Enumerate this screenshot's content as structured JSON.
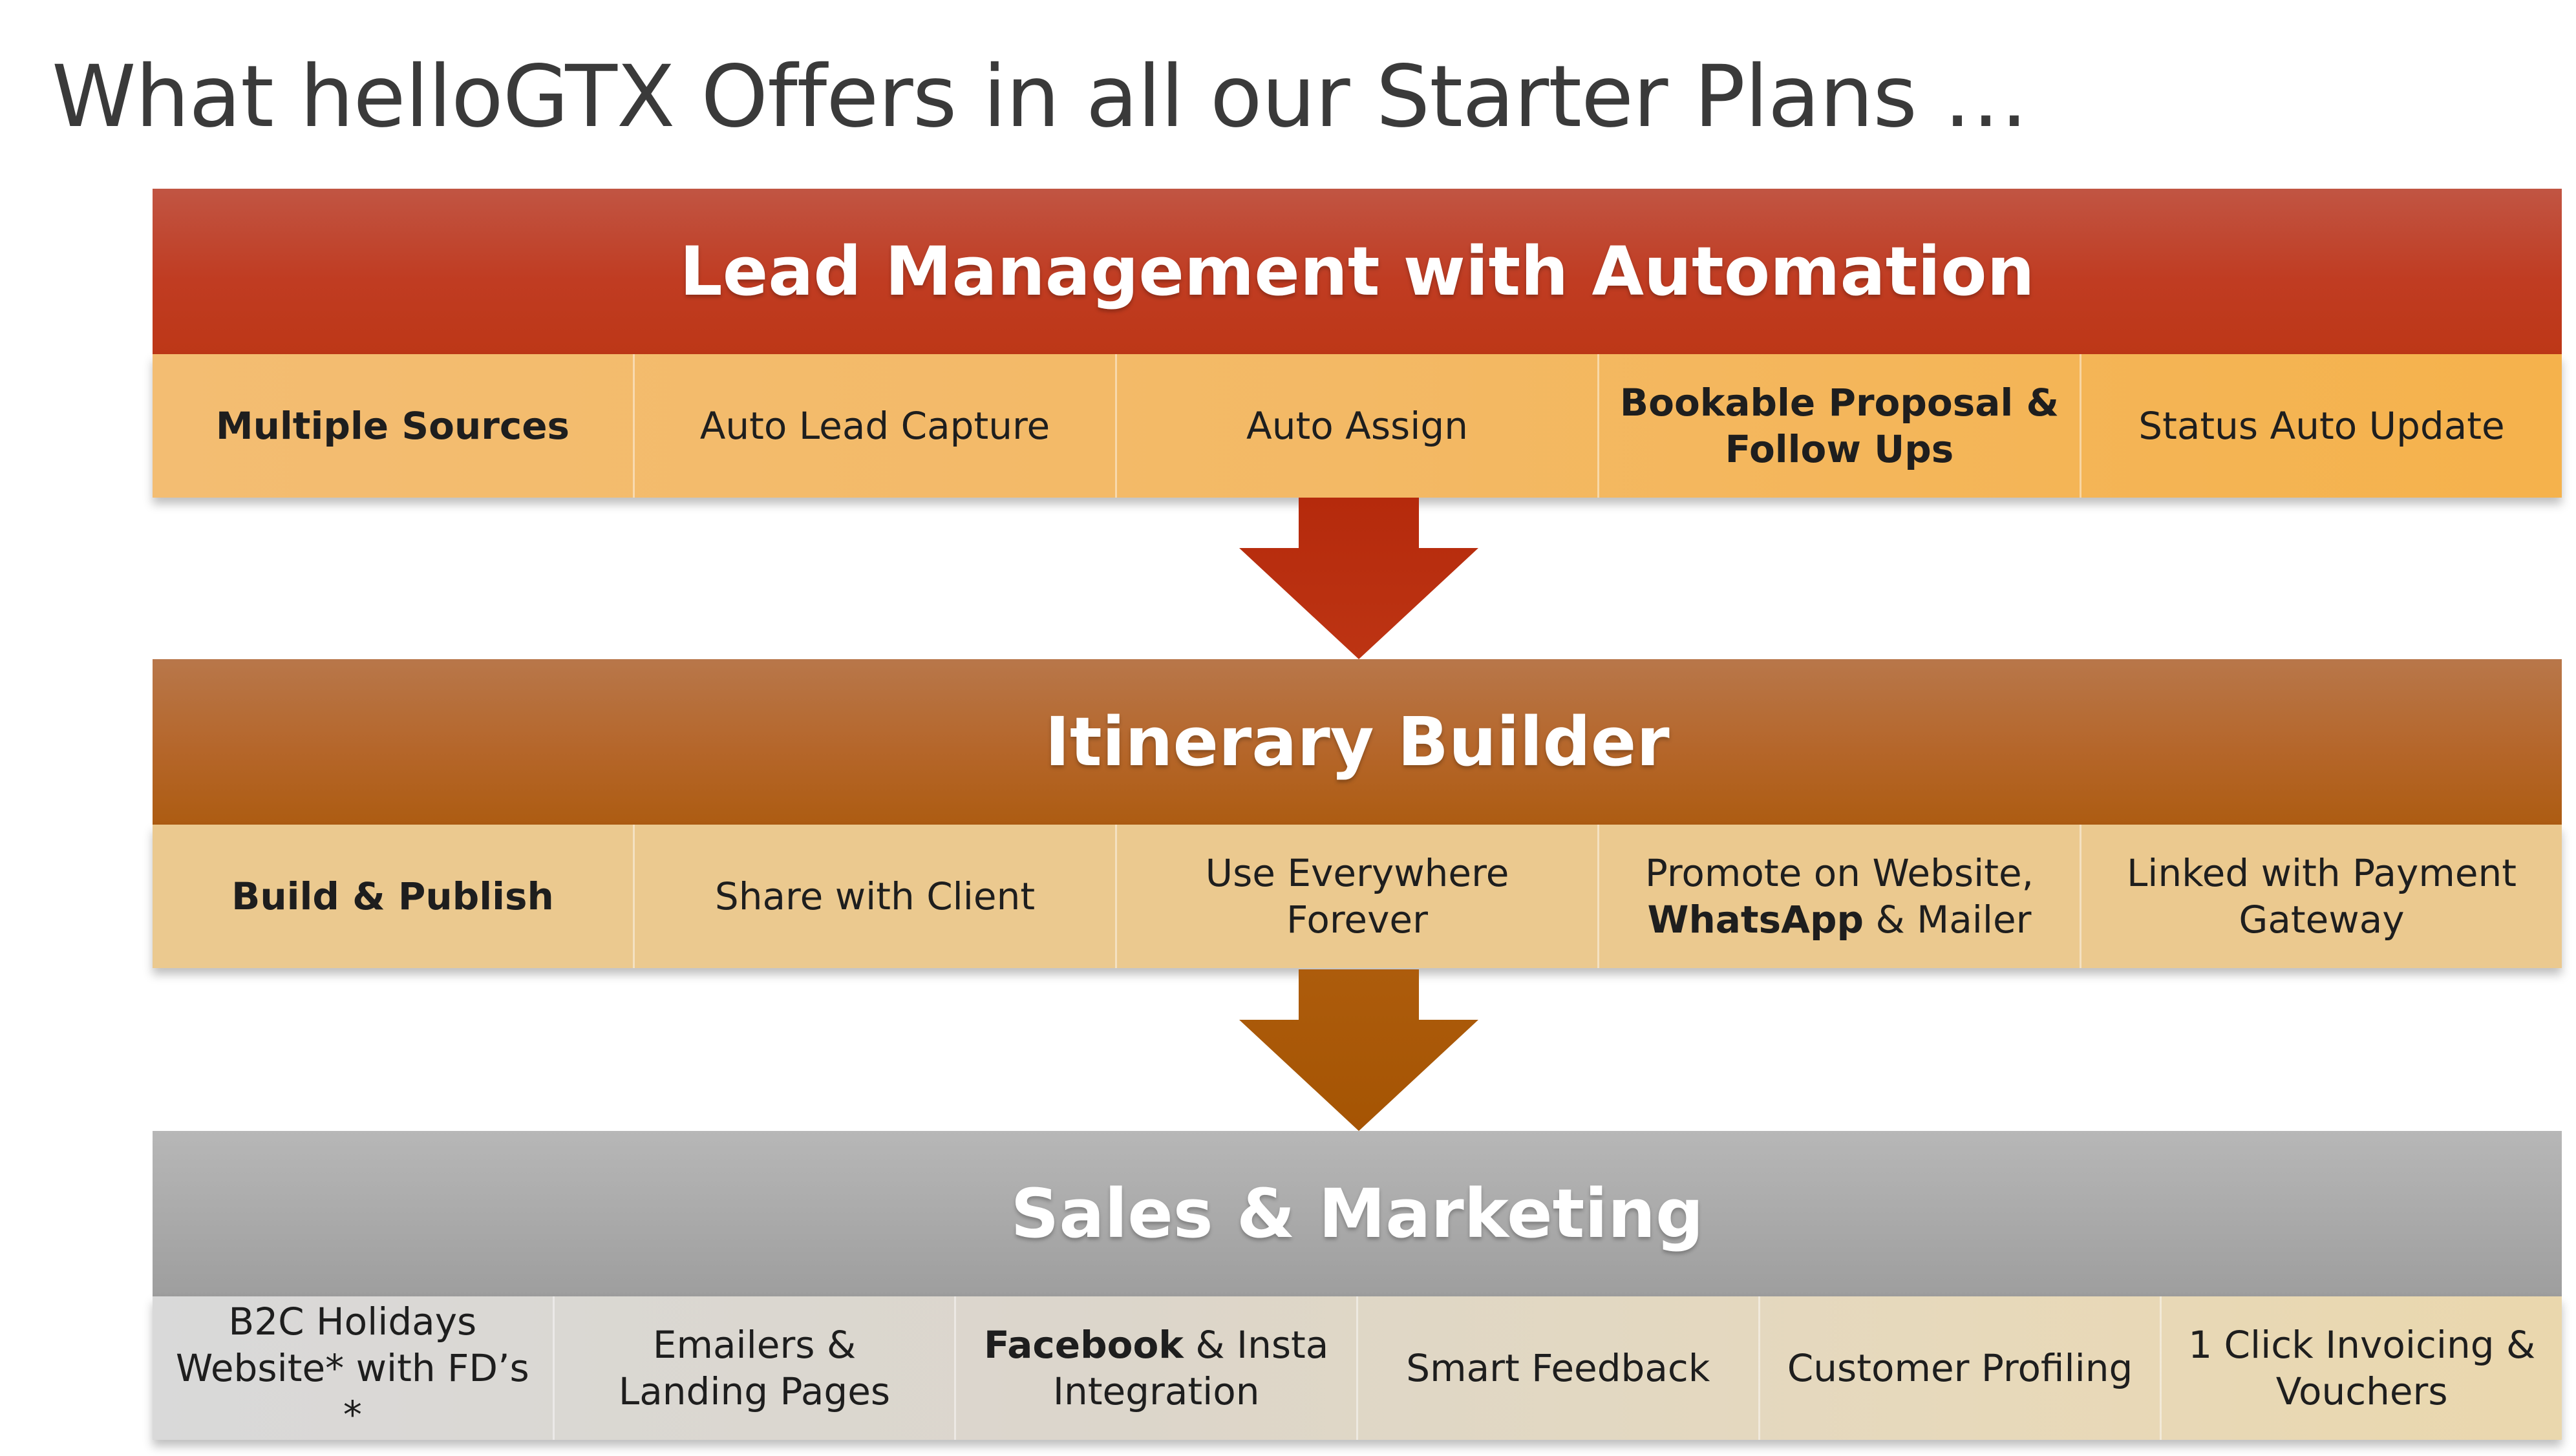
{
  "page": {
    "title": "What helloGTX Offers in all our Starter Plans …"
  },
  "colors": {
    "lead_header": "#c03c22",
    "lead_items": "#f3b965",
    "itinerary_header": "#b5662a",
    "itinerary_items": "#ebc98f",
    "sales_header": "#a8a8a8",
    "sales_items": "#dcd6cb",
    "arrow_1": "#b93010",
    "arrow_2": "#a85a06"
  },
  "sections": [
    {
      "title": "Lead Management with Automation",
      "items": [
        {
          "bold": "Multiple Sources",
          "text": ""
        },
        {
          "bold": "",
          "text": "Auto Lead Capture"
        },
        {
          "bold": "",
          "text": "Auto Assign"
        },
        {
          "bold": "Bookable Proposal & Follow Ups",
          "text": ""
        },
        {
          "bold": "",
          "text": "Status Auto Update"
        }
      ]
    },
    {
      "title": "Itinerary Builder",
      "items": [
        {
          "bold": "Build & Publish",
          "text": ""
        },
        {
          "bold": "",
          "text": "Share with Client"
        },
        {
          "bold": "",
          "text": "Use Everywhere Forever"
        },
        {
          "pre": "Promote on Website,",
          "bold": "WhatsApp",
          "text": "& Mailer"
        },
        {
          "bold": "",
          "text": "Linked with Payment Gateway"
        }
      ]
    },
    {
      "title": "Sales & Marketing",
      "items": [
        {
          "bold": "",
          "text": "B2C Holidays Website* with FD’s *"
        },
        {
          "bold": "",
          "text": "Emailers & Landing Pages"
        },
        {
          "bold": "Facebook",
          "text": "& Insta Integration"
        },
        {
          "bold": "",
          "text": "Smart Feedback"
        },
        {
          "bold": "",
          "text": "Customer Profiling"
        },
        {
          "bold": "",
          "text": "1 Click Invoicing & Vouchers"
        }
      ]
    }
  ],
  "icons": {
    "arrow_1": "down-arrow-icon",
    "arrow_2": "down-arrow-icon"
  }
}
